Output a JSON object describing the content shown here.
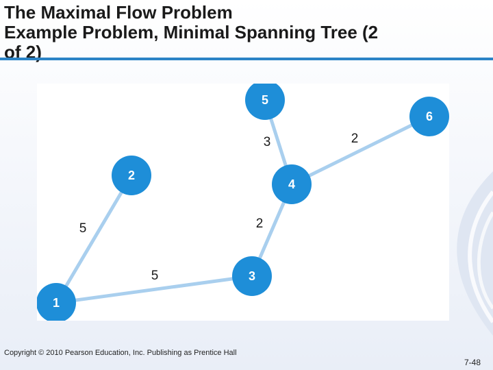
{
  "title_lines": [
    "The Maximal Flow Problem",
    "Example Problem, Minimal Spanning Tree (2",
    "of 2)"
  ],
  "colors": {
    "accent": "#2b83c6",
    "node_fill": "#1e8ed8",
    "edge_stroke": "#a9cfee"
  },
  "diagram": {
    "nodes": [
      {
        "id": "1",
        "label": "1"
      },
      {
        "id": "2",
        "label": "2"
      },
      {
        "id": "3",
        "label": "3"
      },
      {
        "id": "4",
        "label": "4"
      },
      {
        "id": "5",
        "label": "5"
      },
      {
        "id": "6",
        "label": "6"
      }
    ],
    "edges": [
      {
        "from": "1",
        "to": "2",
        "weight": "5"
      },
      {
        "from": "1",
        "to": "3",
        "weight": "5"
      },
      {
        "from": "3",
        "to": "4",
        "weight": "2"
      },
      {
        "from": "5",
        "to": "4",
        "weight": "3"
      },
      {
        "from": "4",
        "to": "6",
        "weight": "2"
      }
    ]
  },
  "footer": {
    "copyright": "Copyright © 2010 Pearson Education, Inc. Publishing as Prentice Hall",
    "page_number": "7-48"
  }
}
